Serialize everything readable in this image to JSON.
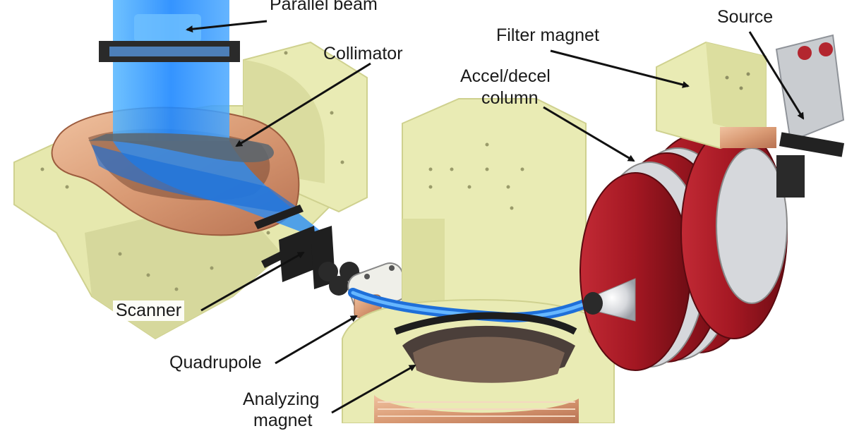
{
  "labels": {
    "parallel_beam": "Parallel beam",
    "collimator": "Collimator",
    "filter_magnet": "Filter magnet",
    "source": "Source",
    "accel_decel_line1": "Accel/decel",
    "accel_decel_line2": "column",
    "scanner": "Scanner",
    "quadrupole": "Quadrupole",
    "analyzing_line1": "Analyzing",
    "analyzing_line2": "magnet"
  },
  "colors": {
    "beam_blue": "#1e90ff",
    "structure_yellow": "#e8eab0",
    "copper": "#d99a74",
    "red_disc": "#a31722",
    "silver": "#c9ccd0",
    "dark_parts": "#222222"
  }
}
